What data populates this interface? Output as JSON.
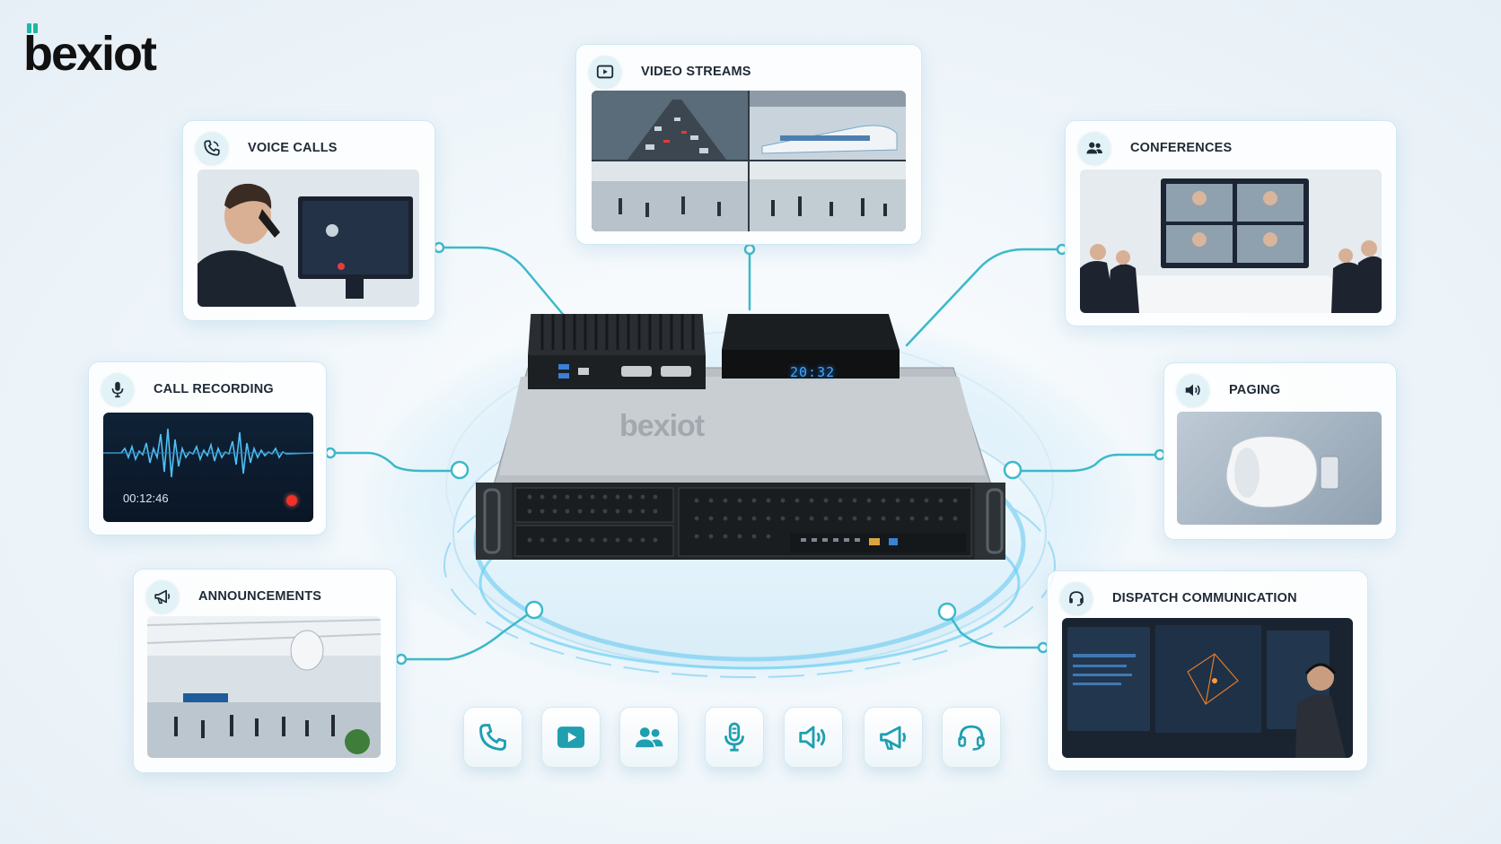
{
  "brand": {
    "name": "bexiot",
    "accent": "#1db8a8"
  },
  "cards": {
    "video_streams": {
      "title": "VIDEO STREAMS",
      "icon": "play-button-icon"
    },
    "voice_calls": {
      "title": "VOICE CALLS",
      "icon": "phone-icon"
    },
    "conferences": {
      "title": "CONFERENCES",
      "icon": "group-icon"
    },
    "call_recording": {
      "title": "CALL RECORDING",
      "icon": "microphone-icon",
      "timer": "00:12:46"
    },
    "paging": {
      "title": "PAGING",
      "icon": "speaker-icon"
    },
    "announcements": {
      "title": "ANNOUNCEMENTS",
      "icon": "megaphone-icon"
    },
    "dispatch": {
      "title": "DISPATCH COMMUNICATION",
      "icon": "headset-icon"
    }
  },
  "device": {
    "clock": "20:32",
    "chassis_brand": "bexiot"
  },
  "bottom_icons": [
    "phone-icon",
    "play-button-icon",
    "group-icon",
    "microphone-icon",
    "speaker-icon",
    "megaphone-icon",
    "headset-icon"
  ],
  "colors": {
    "line": "#3cb9c9",
    "icon": "#1f9fb0",
    "card_border": "#cfe8f2"
  }
}
